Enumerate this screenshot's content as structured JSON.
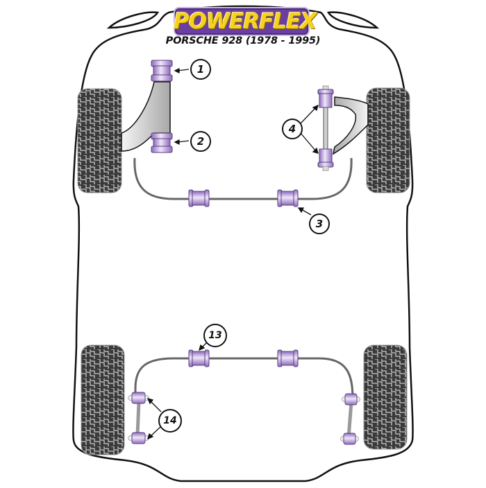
{
  "header": {
    "brand": "POWERFLEX",
    "subtitle": "PORSCHE 928 (1978 - 1995)"
  },
  "colors": {
    "brand_yellow": "#f7d21c",
    "brand_purple": "#6b3fa0",
    "bushing_purple": "#b79ad6",
    "bushing_dark": "#7a5aa6",
    "tyre_dark": "#3b3b3b",
    "arm_grey": "#c8c8c8",
    "outline": "#111111"
  },
  "callouts": [
    {
      "id": "1",
      "label": "1",
      "part": "front lower arm front bushing"
    },
    {
      "id": "2",
      "label": "2",
      "part": "front lower arm rear bushing"
    },
    {
      "id": "3",
      "label": "3",
      "part": "front anti roll bar bushing"
    },
    {
      "id": "4",
      "label": "4",
      "part": "front upper arm bushings"
    },
    {
      "id": "13",
      "label": "13",
      "part": "rear anti roll bar bushing"
    },
    {
      "id": "14",
      "label": "14",
      "part": "rear anti roll bar link bushings"
    }
  ]
}
